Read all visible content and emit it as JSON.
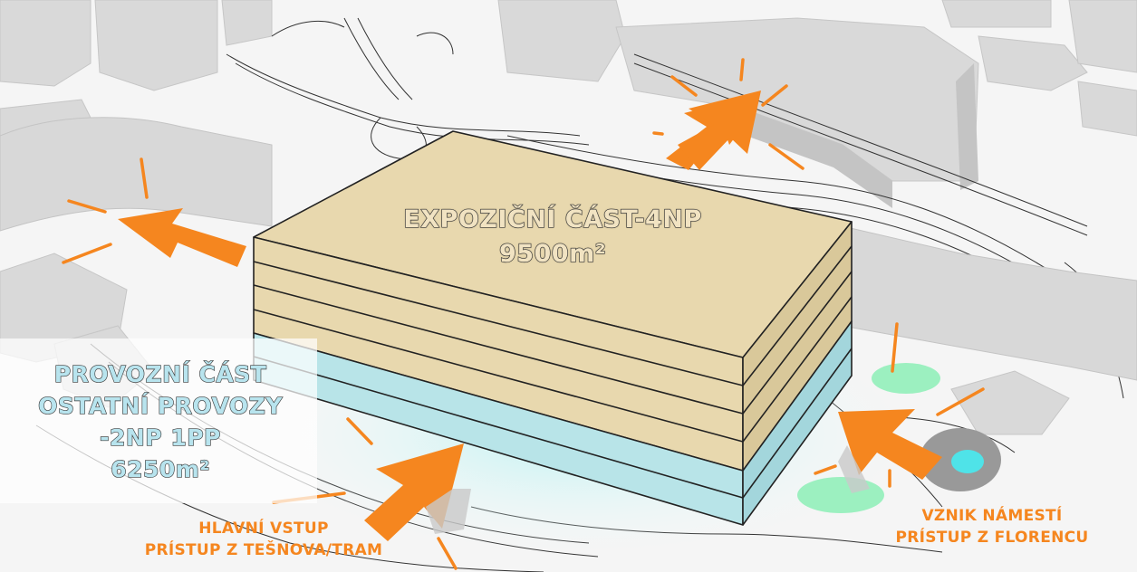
{
  "labels": {
    "exposition": {
      "title": "EXPOZIČNÍ ČÁST-4NP",
      "area": "9500m²"
    },
    "operations": {
      "line1": "PROVOZNÍ ČÁST",
      "line2": "OSTATNÍ PROVOZY",
      "line3": "-2NP 1PP",
      "area": "6250m²"
    },
    "main_entrance": {
      "line1": "HLAVNÍ VSTUP",
      "line2": "PRÍSTUP Z TEŠNOVA/TRAM"
    },
    "new_square": {
      "line1": "VZNIK NÁMESTÍ",
      "line2": "PRÍSTUP Z FLORENCU"
    }
  },
  "colors": {
    "background": "#f4f4f4",
    "context_buildings": "#d9d9d9",
    "highway": "#dcdcdc",
    "exposition_floors": "#e8d8ae",
    "operations_floors": "#b8e4e8",
    "arrows": "#f5861f",
    "greenery": "#9cf0c0",
    "water": "#4fe3e8"
  }
}
